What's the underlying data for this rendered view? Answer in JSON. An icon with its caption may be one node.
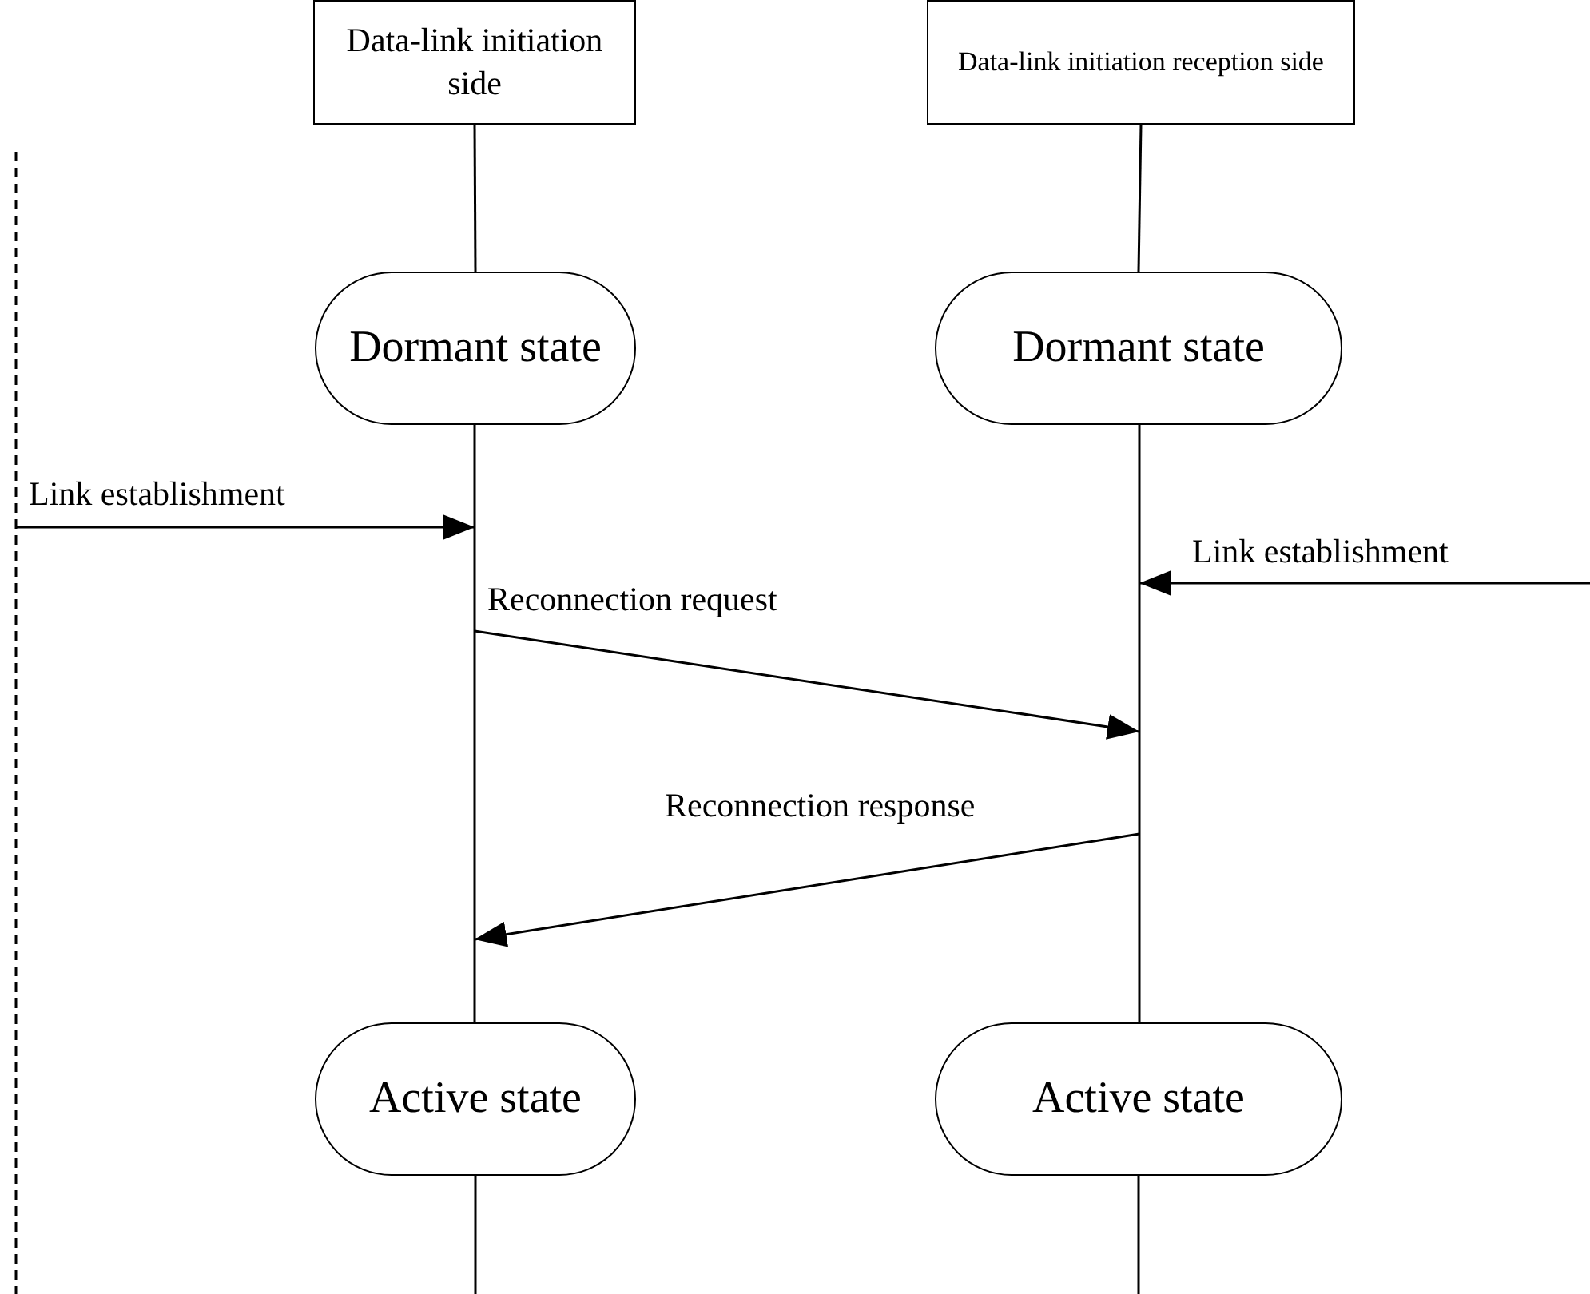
{
  "diagram": {
    "nodes": [
      {
        "text": [
          "Data-link initiation side"
        ]
      },
      {
        "text": [
          "Data-link initiation reception side"
        ]
      },
      {
        "text": [],
        "shape": "line"
      },
      {
        "text": [
          "Dormant state"
        ]
      },
      {
        "text": [
          "Dormant state"
        ]
      },
      {
        "text": [],
        "shape": "line"
      },
      {
        "text": [],
        "shape": "line"
      },
      {
        "text": [
          "Active state"
        ]
      },
      {
        "text": [
          "Active state"
        ]
      }
    ],
    "edges": [
      {
        "from": 0,
        "to": 3,
        "arrow": "none"
      },
      {
        "from": 1,
        "to": 4,
        "arrow": "none"
      },
      {
        "from": 2,
        "to": 5,
        "arrow": "to",
        "label": "Link establishment"
      },
      {
        "from": null,
        "to": 6,
        "arrow": "to",
        "label": "Link establishment"
      },
      {
        "from": 5,
        "to": 6,
        "arrow": "to",
        "label": "Reconnection request"
      },
      {
        "from": 6,
        "to": 5,
        "arrow": "to",
        "label": "Reconnection response"
      },
      {
        "from": 7,
        "to": null,
        "arrow": "none"
      },
      {
        "from": 8,
        "to": null,
        "arrow": "none"
      }
    ]
  }
}
